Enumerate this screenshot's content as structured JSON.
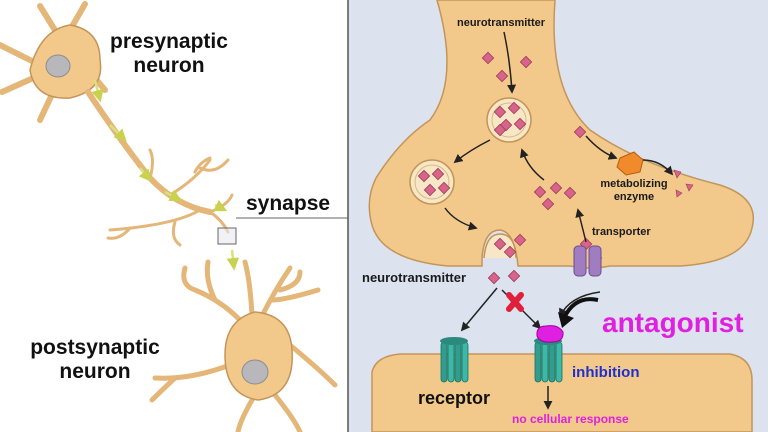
{
  "labels": {
    "presynaptic_line1": "presynaptic",
    "presynaptic_line2": "neuron",
    "synapse": "synapse",
    "postsynaptic_line1": "postsynaptic",
    "postsynaptic_line2": "neuron",
    "neurotransmitter_top": "neurotransmitter",
    "metabolizing_line1": "metabolizing",
    "metabolizing_line2": "enzyme",
    "transporter": "transporter",
    "neurotransmitter_cleft": "neurotransmitter",
    "antagonist": "antagonist",
    "receptor": "receptor",
    "inhibition": "inhibition",
    "no_response": "no cellular response"
  },
  "colors": {
    "neuron_fill": "#f2c98a",
    "neuron_outline": "#c4955a",
    "panel_bg": "#dce3ee",
    "vesicle_fill": "#f7e7c6",
    "neurotransmitter": "#d9648a",
    "receptor": "#2f9e8f",
    "transporter": "#a07cc0",
    "enzyme": "#f08a2a",
    "antagonist": "#e020e0",
    "inhibition_text": "#1e2fcf",
    "no_response_text": "#e020e0",
    "block_cross": "#e0203a",
    "signal_arrow": "#d8e27a"
  },
  "icons": [
    "neuron-cell-icon",
    "vesicle-icon",
    "receptor-icon",
    "transporter-icon",
    "enzyme-icon",
    "antagonist-icon",
    "block-cross-icon"
  ]
}
